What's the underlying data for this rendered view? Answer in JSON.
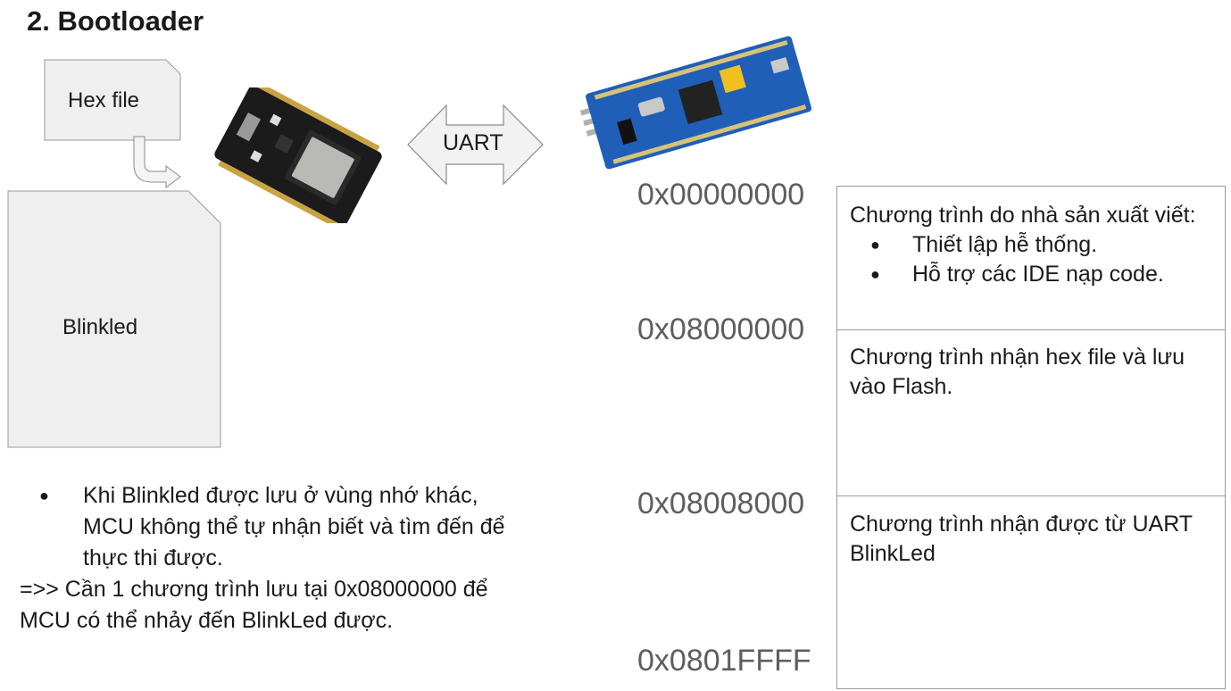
{
  "title": "2. Bootloader",
  "hex_file": {
    "label": "Hex file"
  },
  "blinkled_file": {
    "label": "Blinkled"
  },
  "uart_arrow": {
    "label": "UART"
  },
  "boards": {
    "left": "esp32-devkit-board",
    "right": "stm32-bluepill-board"
  },
  "addresses": [
    "0x00000000",
    "0x08000000",
    "0x08008000",
    "0x0801FFFF"
  ],
  "memory_map": {
    "section1": {
      "text": "Chương trình do nhà sản xuất viết:",
      "items": [
        "Thiết lập hễ thống.",
        "Hỗ trợ các IDE nạp code."
      ]
    },
    "section2": {
      "text": "Chương trình nhận hex file và lưu vào Flash."
    },
    "section3": {
      "text": "Chương trình nhận được từ UART BlinkLed"
    }
  },
  "notes": {
    "bullet": "Khi Blinkled được lưu ở vùng nhớ khác, MCU không thể tự nhận biết và tìm đến để thực thi được.",
    "conclusion": "=>> Cần 1 chương trình lưu tại 0x08000000 để MCU có thể nhảy đến BlinkLed được."
  },
  "colors": {
    "doc_fill": "#efefef",
    "arrow_fill": "#f2f2f2",
    "esp_board": "#1b1b1b",
    "stm_board": "#1f5fb8",
    "address_text": "#5e5e5e"
  }
}
